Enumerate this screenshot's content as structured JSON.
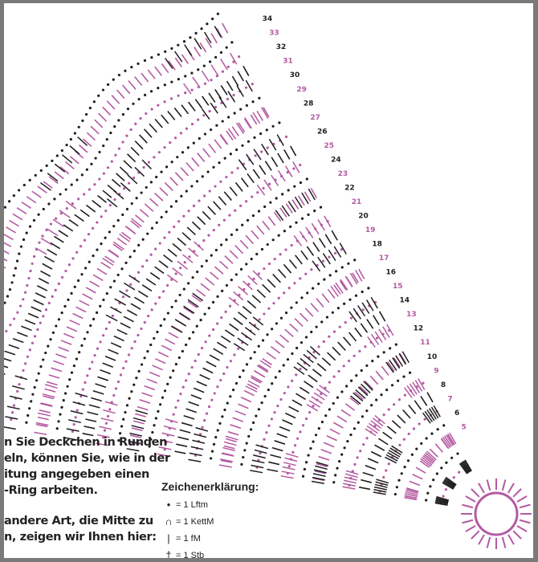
{
  "diagram": {
    "row_numbers": [
      5,
      6,
      7,
      8,
      9,
      10,
      11,
      12,
      13,
      14,
      15,
      16,
      17,
      18,
      19,
      20,
      21,
      22,
      23,
      24,
      25,
      26,
      27,
      28,
      29,
      30,
      31,
      32,
      33,
      34
    ],
    "colors": {
      "black": "#1e1e1e",
      "pink": "#b45aa2",
      "frame": "#7a7a7a"
    }
  },
  "text": {
    "lines": [
      "n Sie Deckchen in Runden",
      "eln, können Sie, wie in der",
      "itung angegeben einen",
      "-Ring arbeiten.",
      "andere Art, die Mitte zu",
      "n, zeigen wir Ihnen hier:"
    ]
  },
  "legend": {
    "title": "Zeichenerklärung:",
    "items": [
      {
        "symbol": "•",
        "label": "= 1 Lftm"
      },
      {
        "symbol": "∩",
        "label": "= 1 KettM"
      },
      {
        "symbol": "|",
        "label": "= 1 fM"
      },
      {
        "symbol": "†",
        "label": "= 1 Stb"
      }
    ]
  }
}
